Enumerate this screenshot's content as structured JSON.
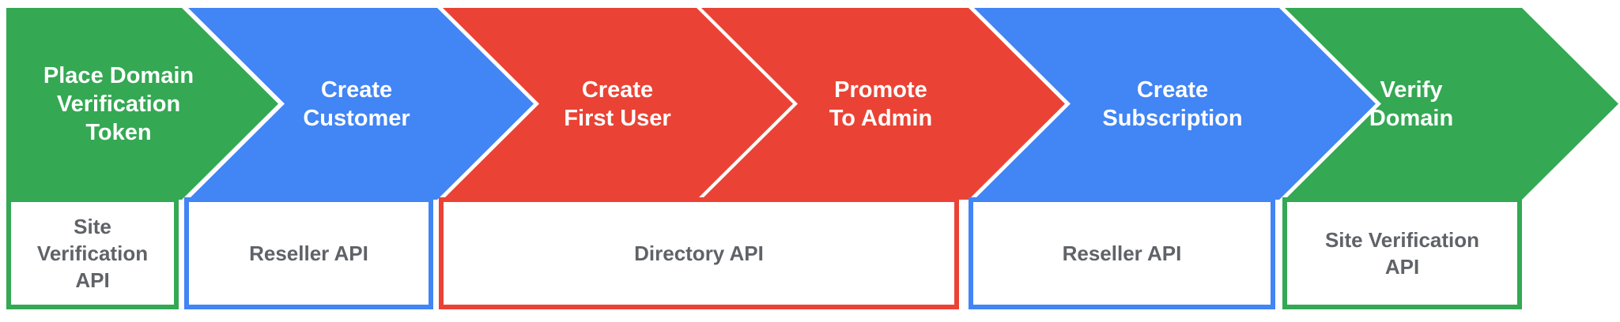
{
  "diagram": {
    "type": "process-chevron-flow",
    "palette": {
      "green": "#34A853",
      "blue": "#4285F4",
      "red": "#EA4335",
      "step_text": "#FFFFFF",
      "api_text": "#5F6368",
      "gap": "#FFFFFF",
      "background": "#FFFFFF"
    },
    "steps": [
      {
        "title": "Place Domain Verification Token",
        "lines": [
          "Place Domain",
          "Verification",
          "Token"
        ],
        "color": "#34A853",
        "color_name": "green"
      },
      {
        "title": "Create Customer",
        "lines": [
          "Create",
          "Customer"
        ],
        "color": "#4285F4",
        "color_name": "blue"
      },
      {
        "title": "Create First User",
        "lines": [
          "Create",
          "First User"
        ],
        "color": "#EA4335",
        "color_name": "red"
      },
      {
        "title": "Promote To Admin",
        "lines": [
          "Promote",
          "To Admin"
        ],
        "color": "#EA4335",
        "color_name": "red"
      },
      {
        "title": "Create Subscription",
        "lines": [
          "Create",
          "Subscription"
        ],
        "color": "#4285F4",
        "color_name": "blue"
      },
      {
        "title": "Verify Domain",
        "lines": [
          "Verify",
          "Domain"
        ],
        "color": "#34A853",
        "color_name": "green"
      }
    ],
    "api_boxes": [
      {
        "title": "Site Verification API",
        "lines": [
          "Site",
          "Verification",
          "API"
        ],
        "color": "#34A853",
        "under_steps": [
          "Place Domain Verification Token"
        ]
      },
      {
        "title": "Reseller API",
        "lines": [
          "Reseller API"
        ],
        "color": "#4285F4",
        "under_steps": [
          "Create Customer"
        ]
      },
      {
        "title": "Directory API",
        "lines": [
          "Directory API"
        ],
        "color": "#EA4335",
        "under_steps": [
          "Create First User",
          "Promote To Admin"
        ]
      },
      {
        "title": "Reseller API",
        "lines": [
          "Reseller API"
        ],
        "color": "#4285F4",
        "under_steps": [
          "Create Subscription"
        ]
      },
      {
        "title": "Site Verification API",
        "lines": [
          "Site Verification",
          "API"
        ],
        "color": "#34A853",
        "under_steps": [
          "Verify Domain"
        ]
      }
    ]
  }
}
